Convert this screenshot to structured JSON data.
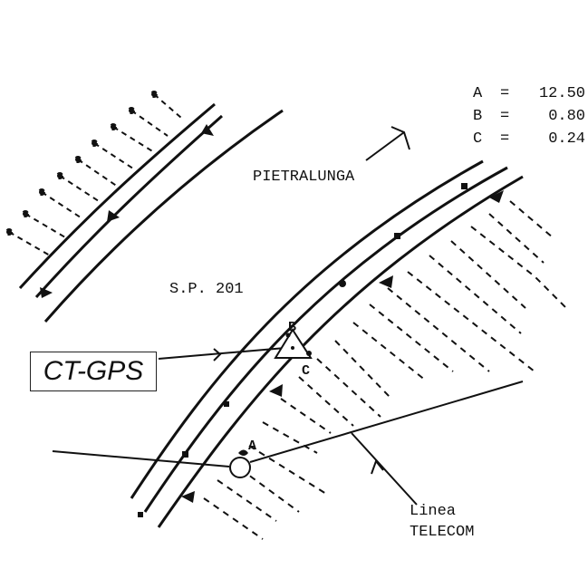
{
  "legend": {
    "rows": [
      {
        "key": "A",
        "eq": "=",
        "value": "12.50"
      },
      {
        "key": "B",
        "eq": "=",
        "value": "0.80"
      },
      {
        "key": "C",
        "eq": "=",
        "value": "0.24"
      }
    ]
  },
  "labels": {
    "town": "PIETRALUNGA",
    "road": "S.P. 201",
    "marker": "CT-GPS",
    "point_a": "A",
    "point_b": "B",
    "point_c": "C",
    "line_1": "Linea",
    "line_2": "TELECOM"
  }
}
